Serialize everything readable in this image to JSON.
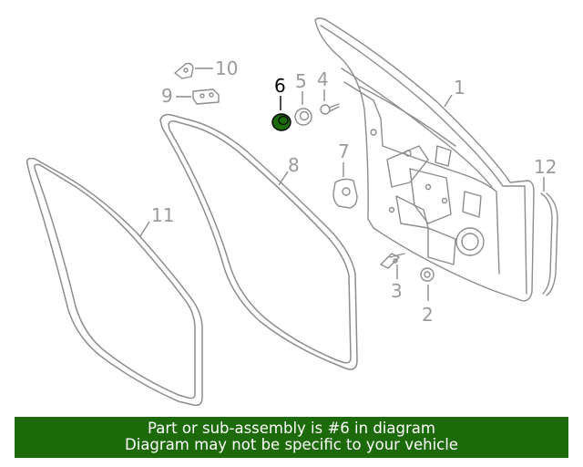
{
  "diagram": {
    "callouts": [
      {
        "id": "1",
        "label": "1"
      },
      {
        "id": "2",
        "label": "2"
      },
      {
        "id": "3",
        "label": "3"
      },
      {
        "id": "4",
        "label": "4"
      },
      {
        "id": "5",
        "label": "5"
      },
      {
        "id": "6",
        "label": "6",
        "highlighted": true
      },
      {
        "id": "7",
        "label": "7"
      },
      {
        "id": "8",
        "label": "8"
      },
      {
        "id": "9",
        "label": "9"
      },
      {
        "id": "10",
        "label": "10"
      },
      {
        "id": "11",
        "label": "11"
      },
      {
        "id": "12",
        "label": "12"
      }
    ],
    "colors": {
      "line": "#8c8c8c",
      "highlight_fill": "#1d6a0a",
      "highlight_label": "#000000",
      "banner_bg": "#1d6a0a",
      "banner_text": "#ffffff"
    }
  },
  "banner": {
    "line1": "Part or sub-assembly is #6 in diagram",
    "line2": "Diagram may not be specific to your vehicle"
  }
}
